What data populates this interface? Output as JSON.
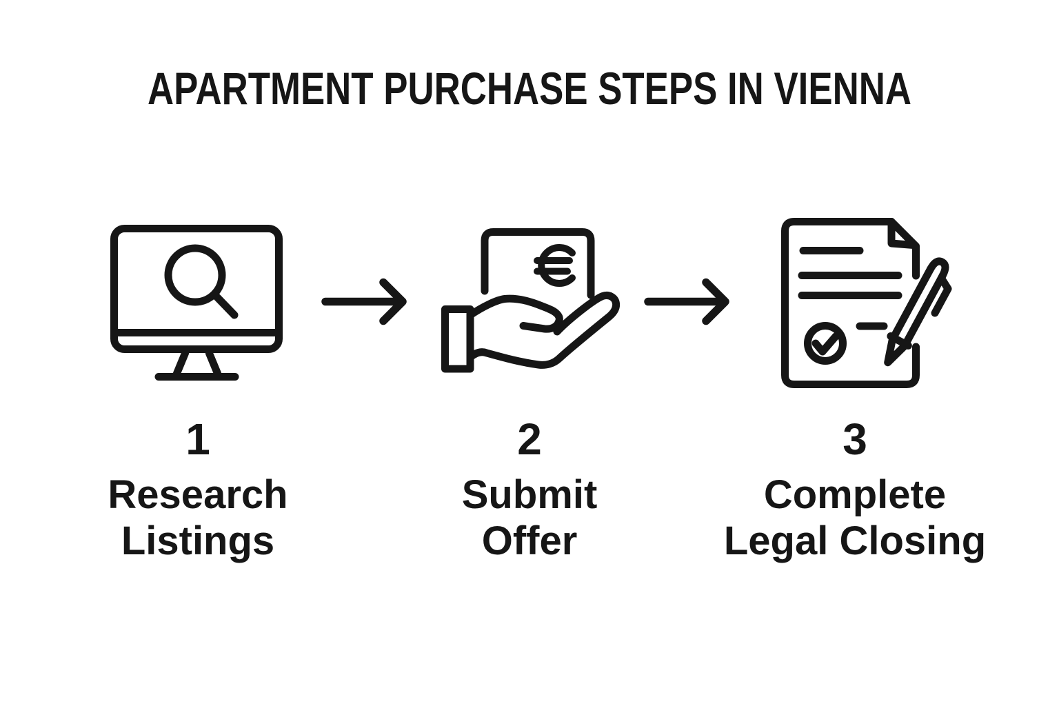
{
  "title": "APARTMENT PURCHASE STEPS IN VIENNA",
  "colors": {
    "ink": "#161616",
    "background": "#ffffff"
  },
  "steps": [
    {
      "number": "1",
      "label_line1": "Research",
      "label_line2": "Listings",
      "icon": "monitor-search-icon"
    },
    {
      "number": "2",
      "label_line1": "Submit",
      "label_line2": "Offer",
      "icon": "hand-euro-icon"
    },
    {
      "number": "3",
      "label_line1": "Complete",
      "label_line2": "Legal Closing",
      "icon": "document-pen-check-icon"
    }
  ],
  "connectors": [
    {
      "icon": "right-arrow-icon"
    },
    {
      "icon": "right-arrow-icon"
    }
  ]
}
